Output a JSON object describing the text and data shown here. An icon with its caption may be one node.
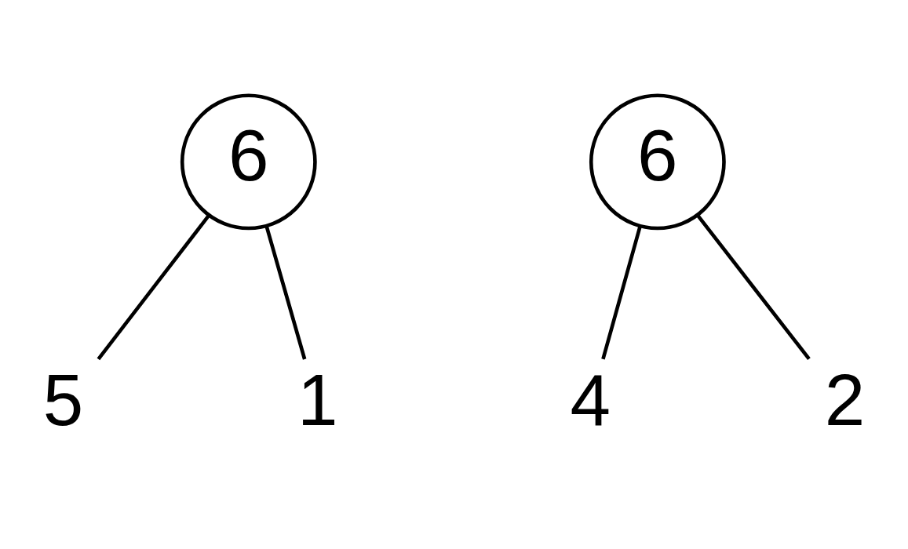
{
  "diagram": {
    "nodes": [
      {
        "text": [
          "6"
        ]
      },
      {
        "text": [
          "5"
        ]
      },
      {
        "text": [
          "1"
        ]
      },
      {
        "text": [
          "6"
        ]
      },
      {
        "text": [
          "4"
        ]
      },
      {
        "text": [
          "2"
        ]
      }
    ],
    "edges": [
      {
        "from": 0,
        "to": 1,
        "arrow": "none"
      },
      {
        "from": 0,
        "to": 2,
        "arrow": "none"
      },
      {
        "from": 3,
        "to": 4,
        "arrow": "none"
      },
      {
        "from": 3,
        "to": 5,
        "arrow": "none"
      }
    ]
  }
}
